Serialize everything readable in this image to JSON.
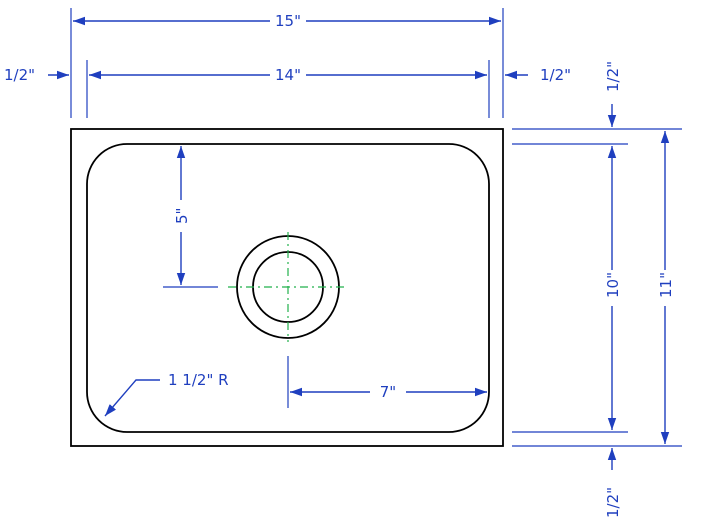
{
  "drawing": {
    "overall_width": "15\"",
    "bowl_width": "14\"",
    "left_rim": "1/2\"",
    "right_rim": "1/2\"",
    "top_rim": "1/2\"",
    "bottom_rim": "1/2\"",
    "drain_from_top": "5\"",
    "drain_from_side": "7\"",
    "bowl_depth": "10\"",
    "overall_depth": "11\"",
    "corner_radius": "1 1/2\" R"
  },
  "colors": {
    "dimension": "#1f3fbf",
    "outline": "#000000",
    "centerline": "#22b14c"
  }
}
